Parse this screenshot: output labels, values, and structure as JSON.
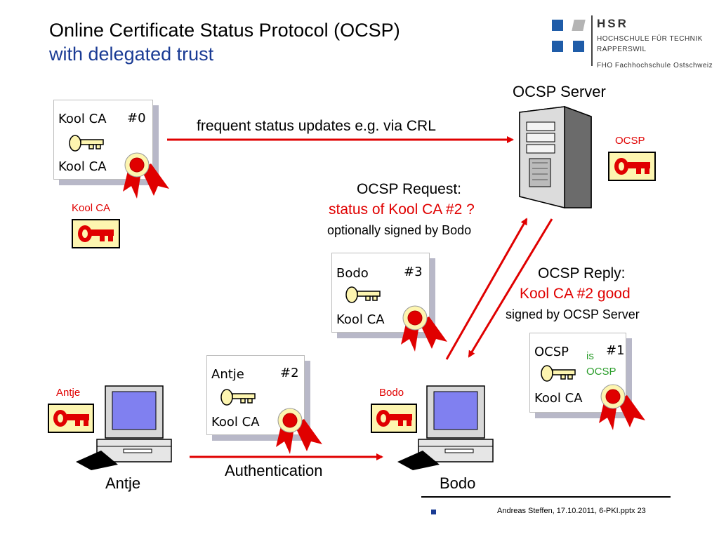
{
  "title": {
    "line1": "Online Certificate Status Protocol  (OCSP)",
    "line2": "with delegated trust"
  },
  "logo": {
    "name": "HSR",
    "line1": "HOCHSCHULE FÜR TECHNIK",
    "line2": "RAPPERSWIL",
    "line3": "FHO Fachhochschule Ostschweiz",
    "colors": {
      "blue": "#1f5ca8",
      "gray": "#b4b4b4"
    }
  },
  "ocsp_server": {
    "label": "OCSP Server",
    "key_label": "OCSP"
  },
  "ca_cert": {
    "issuer": "Kool CA",
    "number": "#0",
    "subject": "Kool CA",
    "key_label": "Kool CA"
  },
  "status_update": {
    "label": "frequent status updates e.g. via CRL"
  },
  "request": {
    "line1": "OCSP Request:",
    "line2": "status of Kool CA #2 ?",
    "line3": "optionally signed by Bodo"
  },
  "bodo_cert": {
    "owner": "Bodo",
    "number": "#3",
    "issuer": "Kool CA"
  },
  "reply": {
    "line1": "OCSP Reply:",
    "line2": "Kool CA #2 good",
    "line3": "signed by OCSP Server"
  },
  "ocsp_cert": {
    "owner": "OCSP",
    "number": "#1",
    "is": "is",
    "is_value": "OCSP",
    "issuer": "Kool CA"
  },
  "antje_cert": {
    "owner": "Antje",
    "number": "#2",
    "issuer": "Kool CA"
  },
  "antje": {
    "key_label": "Antje",
    "label": "Antje"
  },
  "bodo": {
    "key_label": "Bodo",
    "label": "Bodo"
  },
  "authentication": {
    "label": "Authentication"
  },
  "footer": {
    "text": "Andreas Steffen, 17.10.2011, 6-PKI.pptx 23"
  },
  "colors": {
    "accent_red": "#e00000",
    "title_blue": "#1a3b94",
    "key_fill": "#fdf5b0",
    "green": "#2a9d2a"
  }
}
